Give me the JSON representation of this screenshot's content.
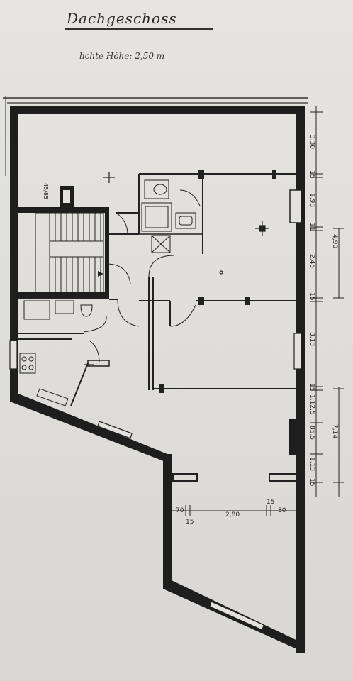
{
  "header": {
    "title": "Dachgeschoss",
    "subtitle": "lichte Höhe: 2,50 m"
  },
  "colors": {
    "wall": "#1e1e1e",
    "line": "#2b2b2b",
    "paper": "#e4e2dc"
  },
  "dimensions_right": {
    "d1": "3,30",
    "d2": "15",
    "d3": "1,93",
    "d4": "11",
    "d5": "4,90",
    "d6": "2,45",
    "d7": "15",
    "d8": "3,13",
    "d9": "15",
    "d10": "1,12,5",
    "d11": "85,5",
    "d12": "7,14",
    "d13": "1,13",
    "d14": "15"
  },
  "dimensions_bottom": {
    "b1": "70",
    "b2": "15",
    "b3": "2,80",
    "b4": "15",
    "b5": "80"
  },
  "stair_note": "45/85"
}
